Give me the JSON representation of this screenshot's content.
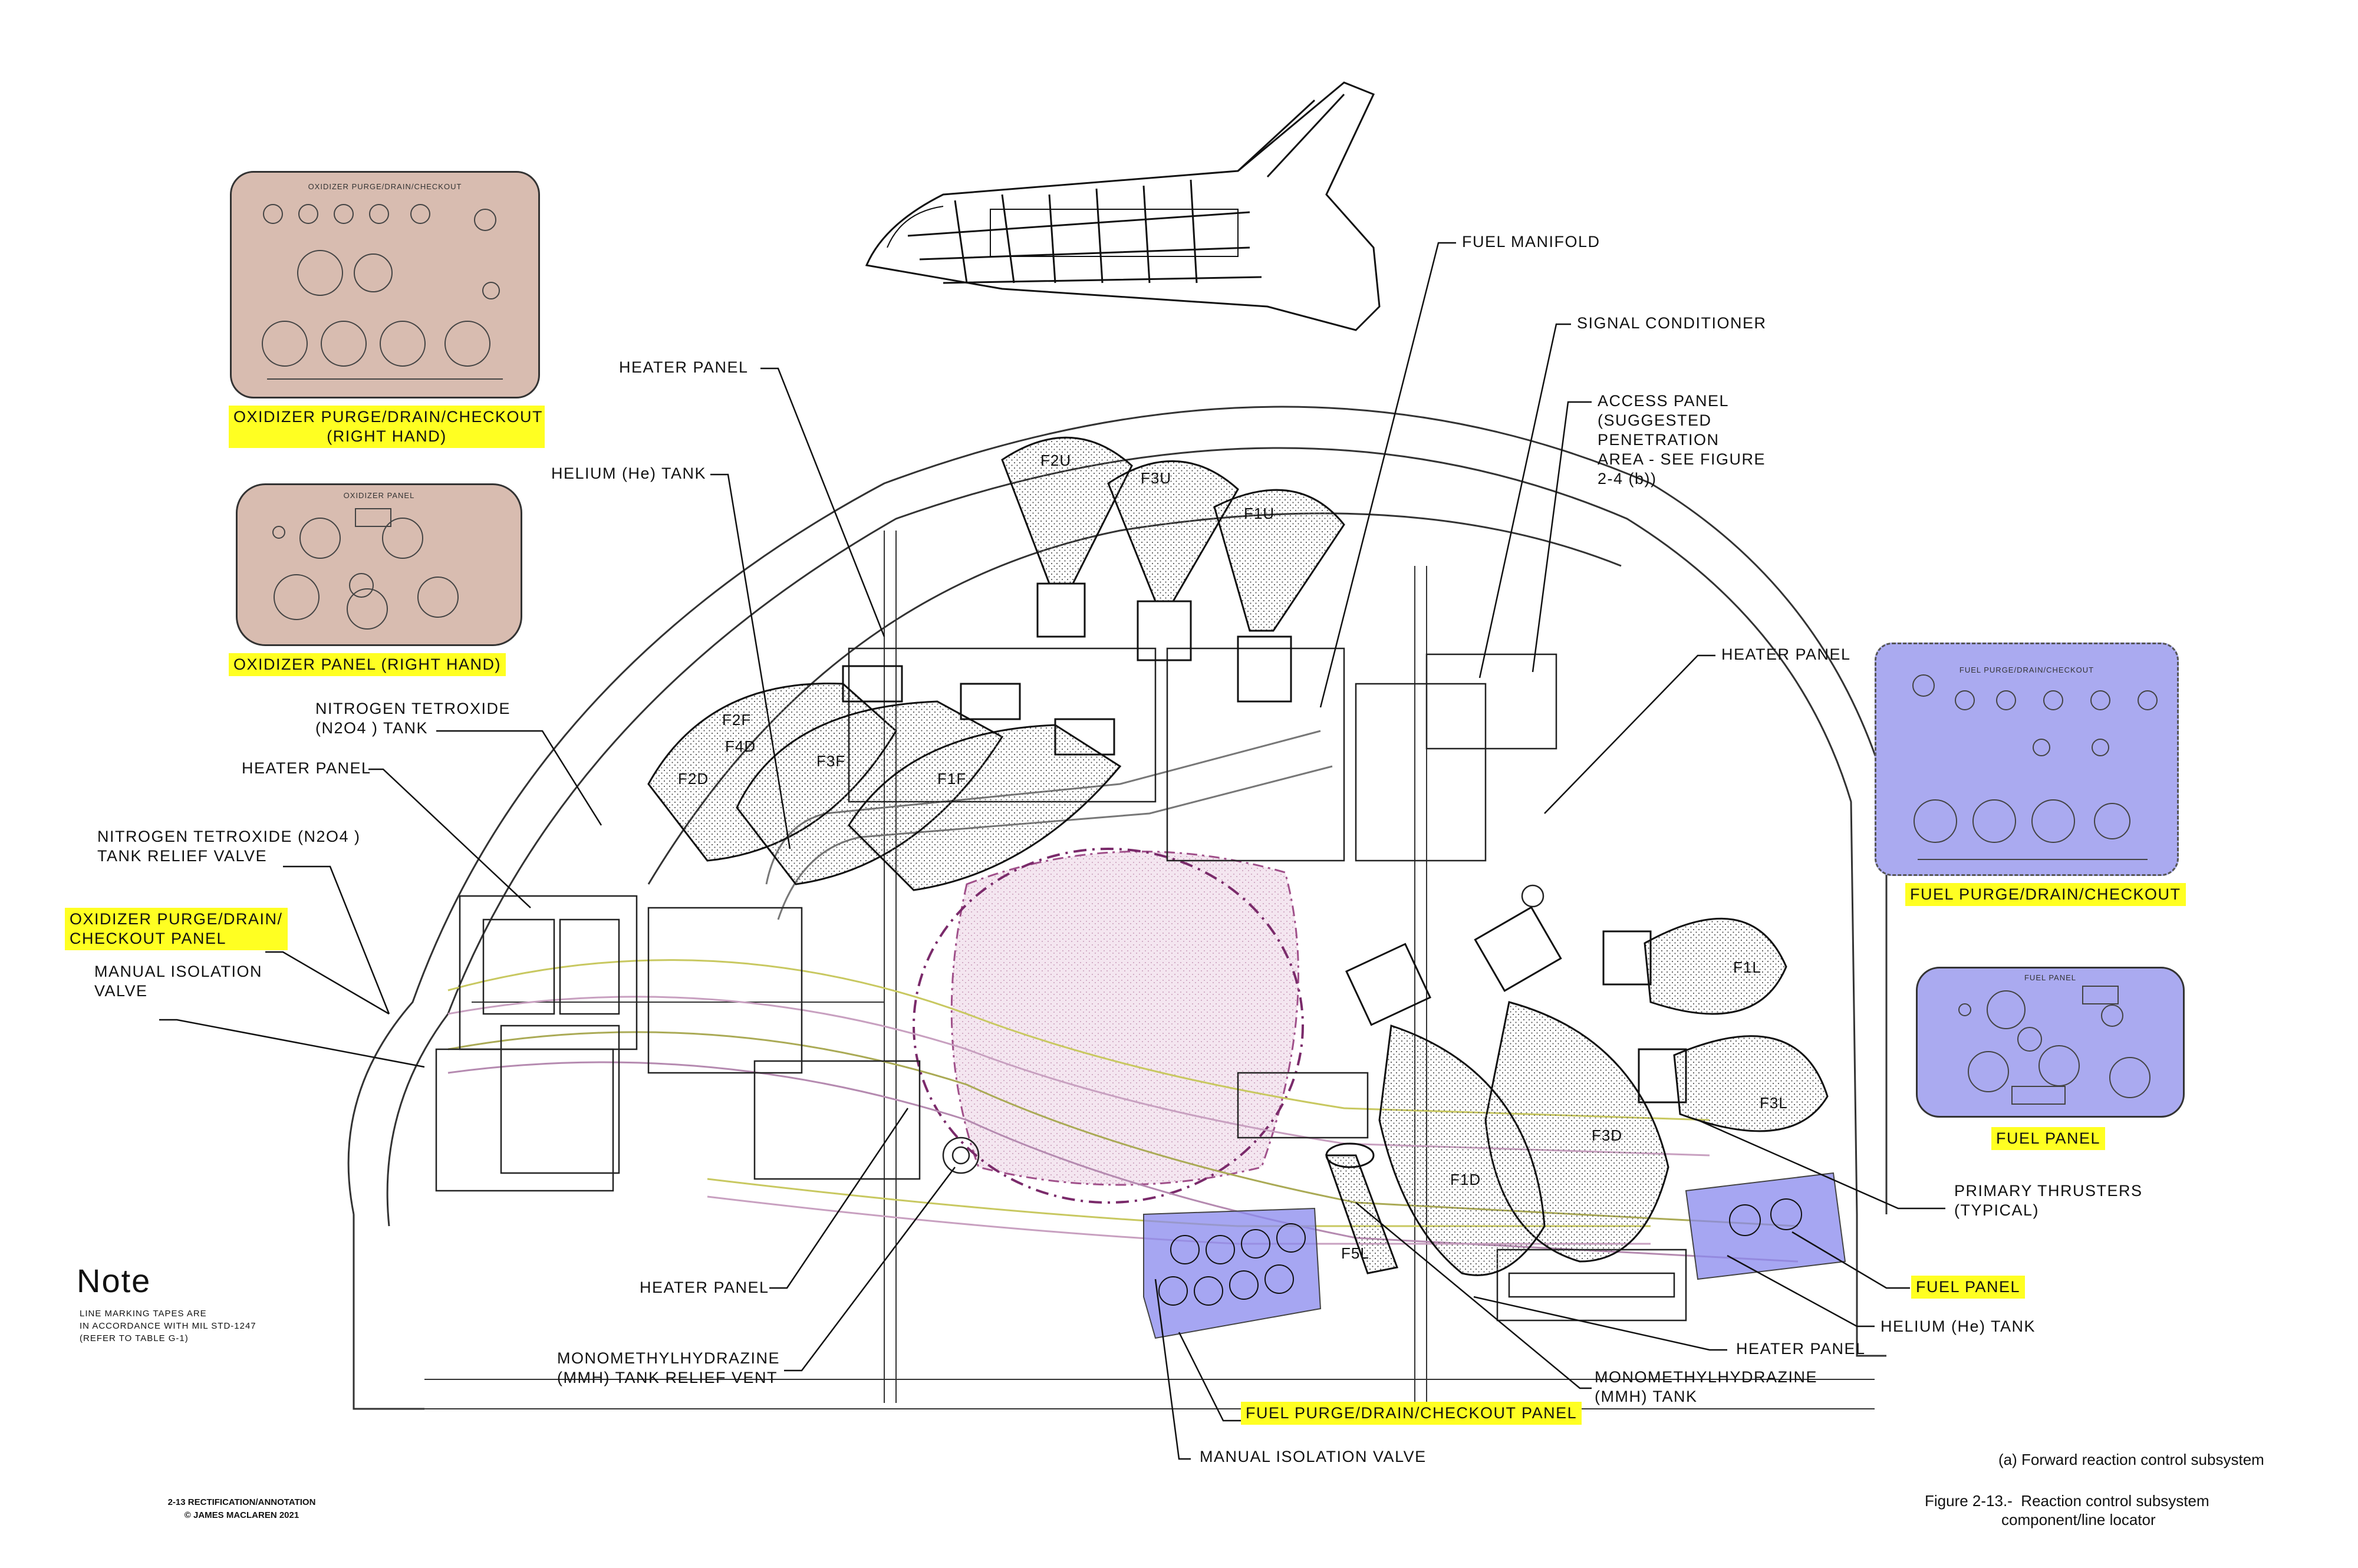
{
  "labels": {
    "fuel_manifold": "FUEL MANIFOLD",
    "signal_conditioner": "SIGNAL CONDITIONER",
    "access_panel": "ACCESS PANEL\n(SUGGESTED\nPENETRATION\nAREA - SEE FIGURE\n2-4 (b))",
    "heater_panel_top": "HEATER PANEL",
    "helium_tank_left": "HELIUM (He) TANK",
    "heater_panel_right": "HEATER PANEL",
    "n2o4_tank": "NITROGEN TETROXIDE\n(N2O4 ) TANK",
    "heater_panel_left": "HEATER PANEL",
    "n2o4_relief": "NITROGEN TETROXIDE (N2O4 )\nTANK RELIEF VALVE",
    "oxidizer_pdc_panel": "OXIDIZER PURGE/DRAIN/\nCHECKOUT PANEL",
    "manual_isolation_left": "MANUAL ISOLATION\nVALVE",
    "primary_thrusters": "PRIMARY THRUSTERS\n(TYPICAL)",
    "fuel_panel_callout": "FUEL PANEL",
    "helium_tank_right": "HELIUM (He) TANK",
    "heater_panel_bottom_right": "HEATER PANEL",
    "heater_panel_bottom_left": "HEATER PANEL",
    "mmh_relief": "MONOMETHYLHYDRAZINE\n(MMH) TANK RELIEF VENT",
    "mmh_tank": "MONOMETHYLHYDRAZINE\n(MMH) TANK",
    "fuel_pdc_panel_callout": "FUEL PURGE/DRAIN/CHECKOUT PANEL",
    "manual_isolation_bottom": "MANUAL ISOLATION VALVE"
  },
  "panel_captions": {
    "oxidizer_pdc": "OXIDIZER PURGE/DRAIN/CHECKOUT\n(RIGHT HAND)",
    "oxidizer_panel": "OXIDIZER PANEL (RIGHT HAND)",
    "fuel_pdc": "FUEL PURGE/DRAIN/CHECKOUT",
    "fuel_panel": "FUEL PANEL"
  },
  "panel_titles": {
    "oxidizer_pdc": "OXIDIZER PURGE/DRAIN/CHECKOUT",
    "oxidizer_panel": "OXIDIZER PANEL",
    "fuel_pdc": "FUEL PURGE/DRAIN/CHECKOUT",
    "fuel_panel": "FUEL PANEL"
  },
  "thrusters": [
    "F2U",
    "F3U",
    "F1U",
    "F1L",
    "F3L",
    "F3D",
    "F1D",
    "F2F",
    "F4D",
    "F2D",
    "F3F",
    "F1F",
    "F5L"
  ],
  "note": {
    "title": "Note",
    "body": "LINE MARKING TAPES ARE\nIN ACCORDANCE WITH MIL STD-1247\n(REFER TO TABLE G-1)"
  },
  "credit": "2-13 RECTIFICATION/ANNOTATION\n© JAMES MACLAREN 2021",
  "subcaption": "(a) Forward reaction control subsystem",
  "figure_caption": "Figure 2-13.-  Reaction control subsystem\n                  component/line locator",
  "colors": {
    "highlight": "#ffff22",
    "oxidizer_panel_tint": "#d8bcb0",
    "fuel_panel_tint": "#aaaaf0",
    "fuel_highlight_blue": "#8888ee"
  }
}
